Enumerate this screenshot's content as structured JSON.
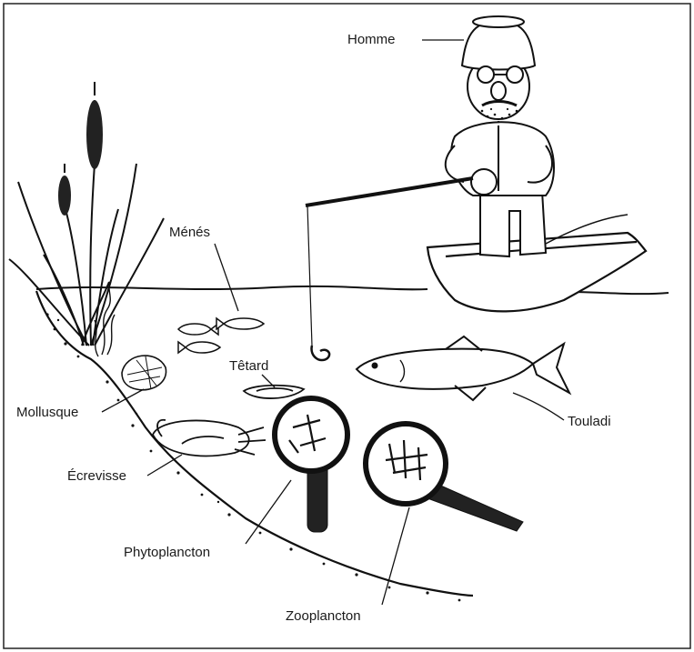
{
  "diagram": {
    "labels": {
      "homme": "Homme",
      "menes": "Ménés",
      "tetard": "Têtard",
      "mollusque": "Mollusque",
      "ecrevisse": "Écrevisse",
      "touladi": "Touladi",
      "phytoplancton": "Phytoplancton",
      "zooplancton": "Zooplancton"
    }
  }
}
